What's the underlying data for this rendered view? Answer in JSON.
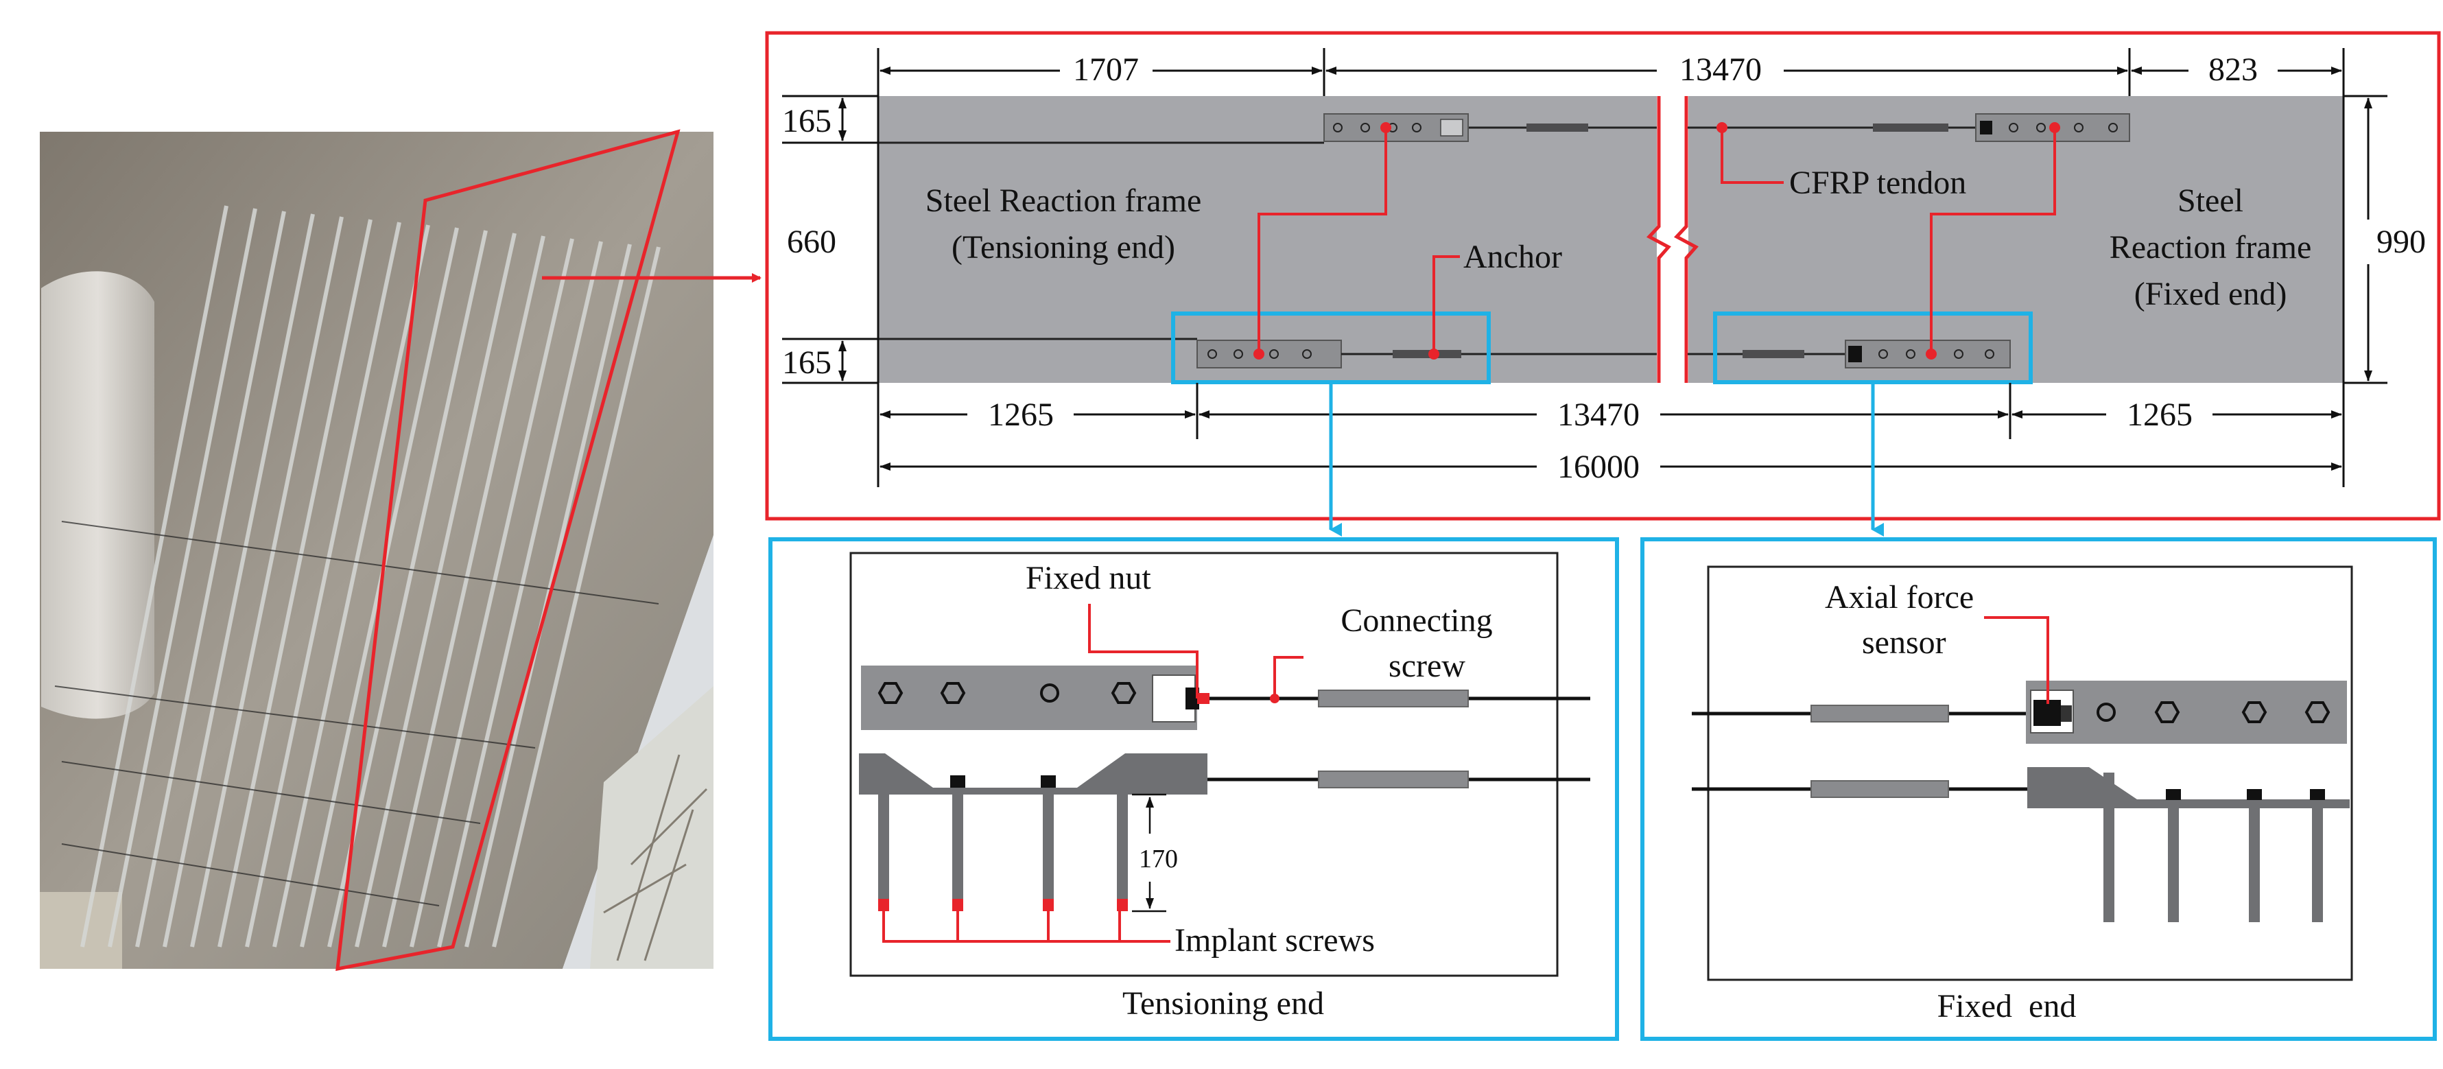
{
  "colors": {
    "red": "#e8242b",
    "cyan": "#1fb2e6",
    "panel_gray": "#a6a7ab",
    "plate_gray": "#8e8f92",
    "plate_dark": "#6f7073",
    "photo_concrete": "#9a9690"
  },
  "main_panel": {
    "dims_top": {
      "left": "1707",
      "middle": "13470",
      "right": "823"
    },
    "dims_bottom": {
      "left": "1265",
      "middle": "13470",
      "right": "1265",
      "total": "16000"
    },
    "dims_vertical": {
      "top": "165",
      "middle": "660",
      "bottom": "165",
      "right": "990"
    },
    "labels": {
      "tension_frame_line1": "Steel Reaction frame",
      "tension_frame_line2": "(Tensioning end)",
      "anchor": "Anchor",
      "cfrp_tendon": "CFRP tendon",
      "fixed_frame_line1": "Steel",
      "fixed_frame_line2": "Reaction frame",
      "fixed_frame_line3": "(Fixed end)"
    }
  },
  "tensioning_detail": {
    "fixed_nut": "Fixed nut",
    "connecting_screw_line1": "Connecting",
    "connecting_screw_line2": "screw",
    "dim_170": "170",
    "implant_screws": "Implant screws",
    "caption": "Tensioning end"
  },
  "fixed_detail": {
    "axial_line1": "Axial force",
    "axial_line2": "sensor",
    "caption": "Fixed  end"
  }
}
